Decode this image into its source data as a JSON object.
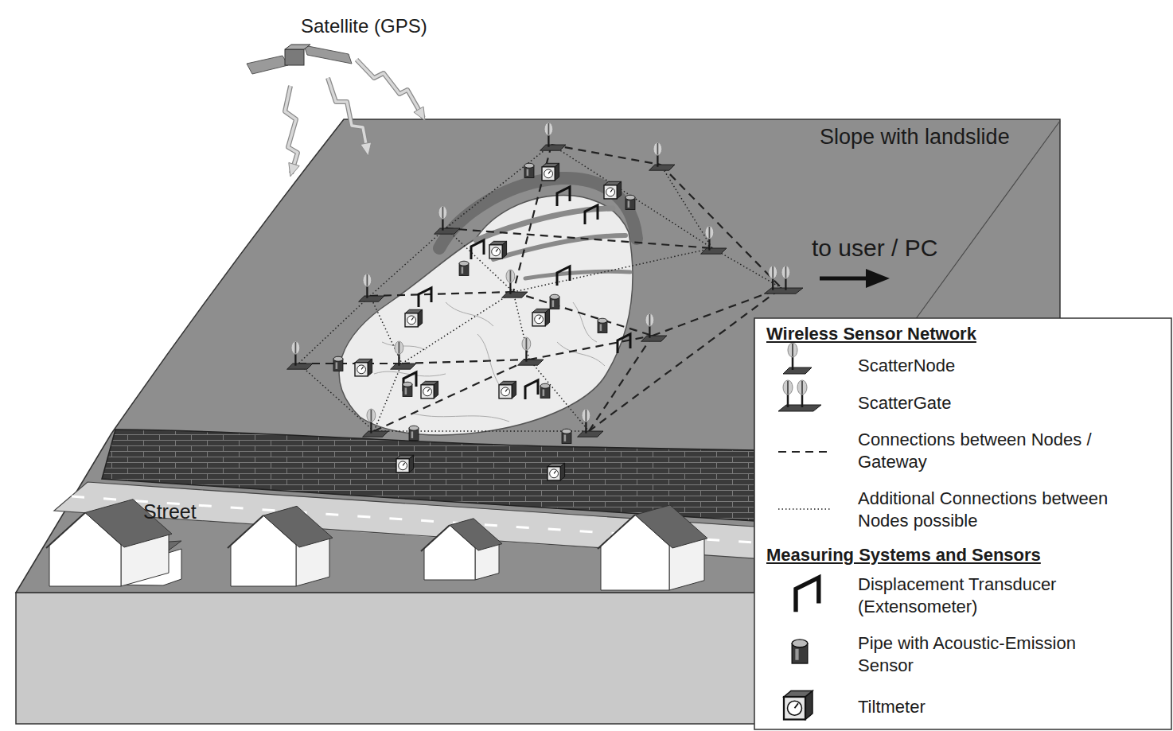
{
  "diagram": {
    "labels": [
      "Satellite (GPS)",
      "Slope with landslide",
      "to user / PC",
      "Street",
      "Wireless Sensor Network",
      "Measuring Systems and Sensors"
    ],
    "legend": [
      {
        "text": "ScatterNode"
      },
      {
        "text": "ScatterGate"
      },
      {
        "text": "Connections between Nodes / Gateway"
      },
      {
        "text": "Additional Connections between Nodes possible"
      },
      {
        "text": "Displacement Transducer (Extensometer)"
      },
      {
        "text": "Pipe with Acoustic-Emission Sensor"
      },
      {
        "text": "Tiltmeter"
      }
    ]
  }
}
